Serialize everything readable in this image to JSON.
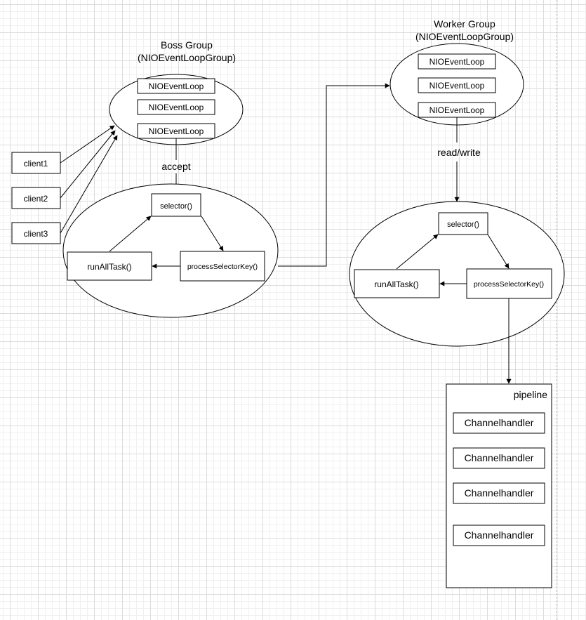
{
  "boss_group": {
    "title": "Boss Group",
    "subtitle": "(NIOEventLoopGroup)",
    "loops": [
      "NIOEventLoop",
      "NIOEventLoop",
      "NIOEventLoop"
    ],
    "accept_label": "accept",
    "selector": "selector()",
    "process_key": "processSelectorKey()",
    "run_all_task": "runAllTask()"
  },
  "clients": [
    "client1",
    "client2",
    "client3"
  ],
  "worker_group": {
    "title": "Worker Group",
    "subtitle": "(NIOEventLoopGroup)",
    "loops": [
      "NIOEventLoop",
      "NIOEventLoop",
      "NIOEventLoop"
    ],
    "read_write_label": "read/write",
    "selector": "selector()",
    "process_key": "processSelectorKey()",
    "run_all_task": "runAllTask()"
  },
  "pipeline": {
    "title": "pipeline",
    "handlers": [
      "Channelhandler",
      "Channelhandler",
      "Channelhandler",
      "Channelhandler"
    ]
  }
}
